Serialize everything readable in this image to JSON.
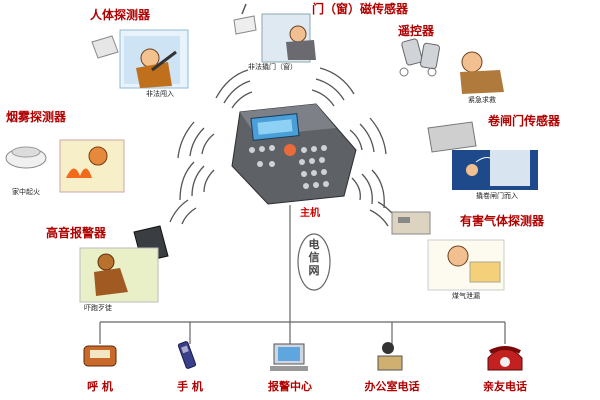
{
  "host_label": "主机",
  "network_label": "电信网",
  "sensors": {
    "human_detector": {
      "label": "人体探测器",
      "caption": "非法闯入"
    },
    "door_sensor": {
      "label": "门（窗）磁传感器",
      "caption": "非法撬门（窗）"
    },
    "remote": {
      "label": "遥控器",
      "caption": "紧急求救"
    },
    "smoke_detector": {
      "label": "烟雾探测器",
      "caption": "家中起火"
    },
    "shutter_sensor": {
      "label": "卷闸门传感器",
      "caption": "撬卷闸门而入"
    },
    "siren": {
      "label": "高音报警器",
      "caption": "吓跑歹徒"
    },
    "gas_detector": {
      "label": "有害气体探测器",
      "caption": "煤气泄漏"
    }
  },
  "endpoints": [
    {
      "label": "呼 机"
    },
    {
      "label": "手 机"
    },
    {
      "label": "报警中心"
    },
    {
      "label": "办公室电话"
    },
    {
      "label": "亲友电话"
    }
  ]
}
